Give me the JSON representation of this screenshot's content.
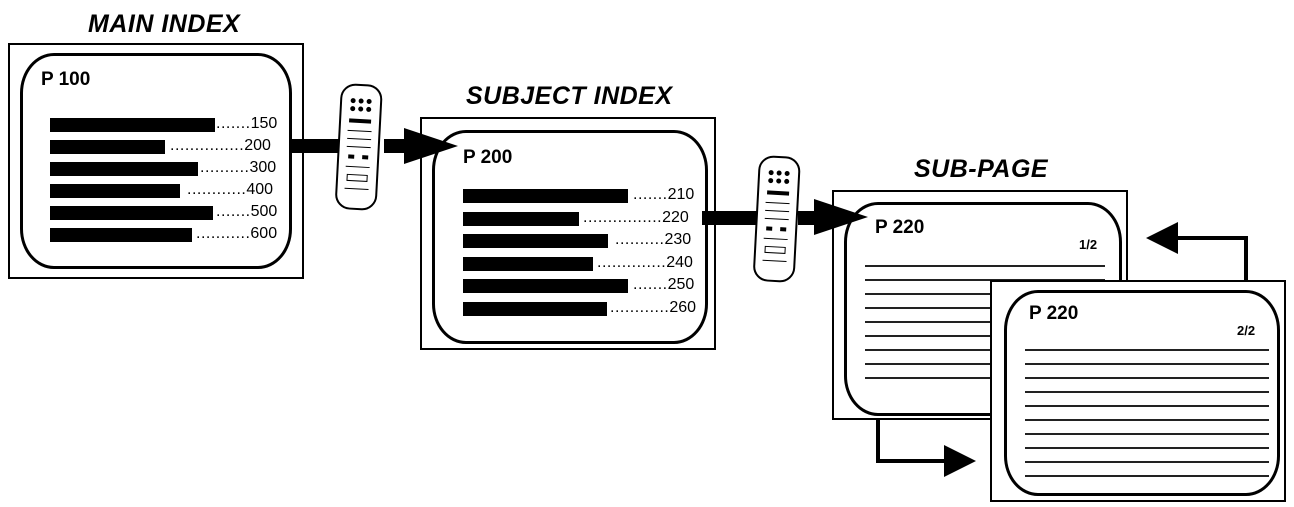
{
  "headings": {
    "main_index": "MAIN INDEX",
    "subject_index": "SUBJECT INDEX",
    "sub_page": "SUB-PAGE"
  },
  "main_index": {
    "page_number": "P 100",
    "entries": [
      "150",
      "200",
      "300",
      "400",
      "500",
      "600"
    ]
  },
  "subject_index": {
    "page_number": "P 200",
    "entries": [
      "210",
      "220",
      "230",
      "240",
      "250",
      "260"
    ]
  },
  "sub_page_1": {
    "page_number": "P 220",
    "fraction": "1/2"
  },
  "sub_page_2": {
    "page_number": "P 220",
    "fraction": "2/2"
  },
  "icons": [
    "remote-control-icon",
    "arrow-right-icon",
    "cycle-arrow-icon"
  ],
  "colors": {
    "ink": "#000000",
    "paper": "#ffffff"
  }
}
